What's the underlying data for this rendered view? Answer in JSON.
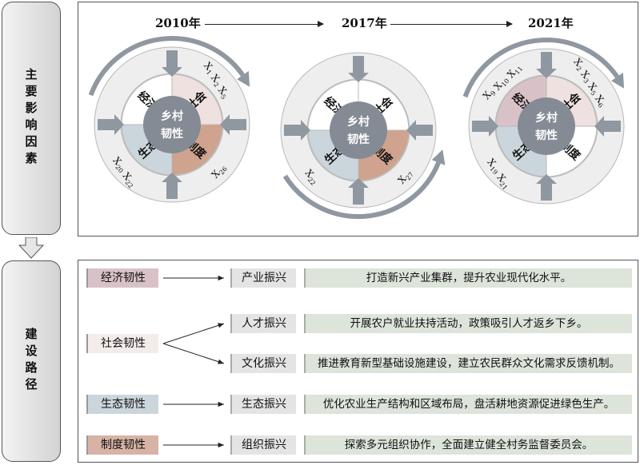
{
  "sections": {
    "factors_label": "主要影响因素",
    "paths_label": "建设路径"
  },
  "years": [
    "2010年",
    "2017年",
    "2021年"
  ],
  "center_label": [
    "乡村",
    "韧性"
  ],
  "quadrant_labels": {
    "economy": "经济",
    "society": "社会",
    "ecology": "生态",
    "institution": "制度"
  },
  "diagrams": [
    {
      "year": "2010年",
      "highlight": [
        "society",
        "ecology",
        "institution"
      ],
      "rotation": "clockwise",
      "labels": {
        "top_right": "X1 X2 X5",
        "bottom_left": "X20 X22",
        "bottom_right": "X26"
      }
    },
    {
      "year": "2017年",
      "highlight": [
        "ecology",
        "institution"
      ],
      "rotation": "counterclockwise",
      "labels": {
        "bottom_left": "X22",
        "bottom_right": "X27"
      }
    },
    {
      "year": "2021年",
      "highlight": [
        "economy",
        "society",
        "ecology"
      ],
      "rotation": "clockwise",
      "labels": {
        "top_left": "X9 X10 X11",
        "top_right": "X2 X3 X5 X6",
        "bottom_left": "X19 X21"
      }
    }
  ],
  "colors": {
    "economy": "#d9c2c7",
    "society": "#efe1df",
    "ecology": "#cbd5dc",
    "institution": "#cfa38e",
    "center": "#848b94",
    "ring_outer": "#eeeeee",
    "arrow": "#8f97a1",
    "measure_bg": "#dde4da"
  },
  "paths": [
    {
      "resilience": "经济韧性",
      "color": "#d9c2c7",
      "items": [
        {
          "revitalization": "产业振兴",
          "measure": "打造新兴产业集群，提升农业现代化水平。"
        }
      ]
    },
    {
      "resilience": "社会韧性",
      "color": "#f3ecea",
      "items": [
        {
          "revitalization": "人才振兴",
          "measure": "开展农户就业扶持活动，政策吸引人才返乡下乡。"
        },
        {
          "revitalization": "文化振兴",
          "measure": "推进教育新型基础设施建设，建立农民群众文化需求反馈机制。"
        }
      ]
    },
    {
      "resilience": "生态韧性",
      "color": "#cbd5dc",
      "items": [
        {
          "revitalization": "生态振兴",
          "measure": "优化农业生产结构和区域布局，盘活耕地资源促进绿色生产。"
        }
      ]
    },
    {
      "resilience": "制度韧性",
      "color": "#d6b3a5",
      "items": [
        {
          "revitalization": "组织振兴",
          "measure": "探索多元组织协作，全面建立健全村务监督委员会。"
        }
      ]
    }
  ]
}
